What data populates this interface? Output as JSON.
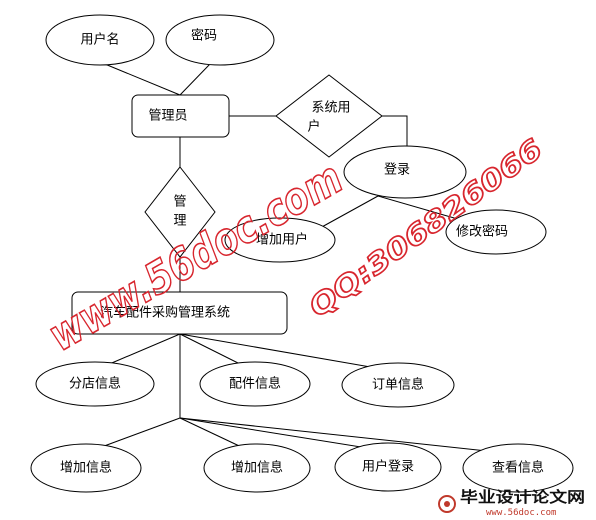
{
  "nodes": {
    "attr_username": "用户名",
    "attr_password": "密码",
    "entity_admin": "管理员",
    "rel_system_user_l1": "系统用",
    "rel_system_user_l2": "户",
    "attr_login": "登录",
    "rel_manage_l1": "管",
    "rel_manage_l2": "理",
    "attr_add_user": "增加用户",
    "attr_change_password": "修改密码",
    "entity_system": "汽车配件采购管理系统",
    "attr_branch_info": "分店信息",
    "attr_parts_info": "配件信息",
    "attr_order_info": "订单信息",
    "attr_add_info_1": "增加信息",
    "attr_add_info_2": "增加信息",
    "attr_user_login": "用户登录",
    "attr_view_info": "查看信息"
  },
  "watermark": {
    "site": "www.56doc.com",
    "qq": "QQ:306826066",
    "color": "#d8262e"
  },
  "logo": {
    "text": "毕业设计论文网",
    "url": "www.56doc.com"
  }
}
